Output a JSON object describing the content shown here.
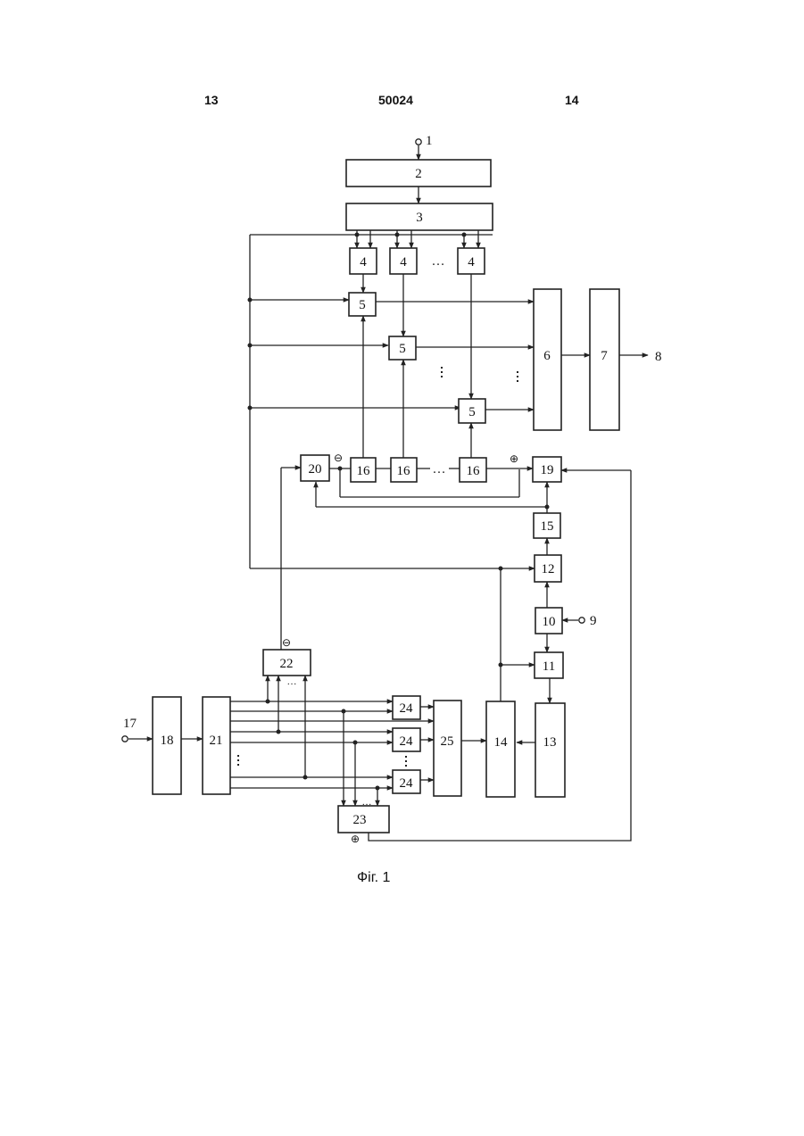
{
  "header": {
    "left_page": "13",
    "patent_number": "50024",
    "right_page": "14"
  },
  "caption": "Фіг. 1",
  "diagram": {
    "blocks": {
      "b2": "2",
      "b3": "3",
      "b4a": "4",
      "b4b": "4",
      "b4c": "4",
      "b5a": "5",
      "b5b": "5",
      "b5c": "5",
      "b6": "6",
      "b7": "7",
      "b10": "10",
      "b11": "11",
      "b12": "12",
      "b13": "13",
      "b14": "14",
      "b15": "15",
      "b16a": "16",
      "b16b": "16",
      "b16c": "16",
      "b18": "18",
      "b19": "19",
      "b20": "20",
      "b21": "21",
      "b22": "22",
      "b23": "23",
      "b24a": "24",
      "b24b": "24",
      "b24c": "24",
      "b25": "25"
    },
    "terminals": {
      "input_1": "1",
      "output_8": "8",
      "input_9": "9",
      "input_17": "17"
    },
    "signs": {
      "minus": "⊖",
      "plus": "⊕"
    },
    "ellipsis": "…"
  }
}
